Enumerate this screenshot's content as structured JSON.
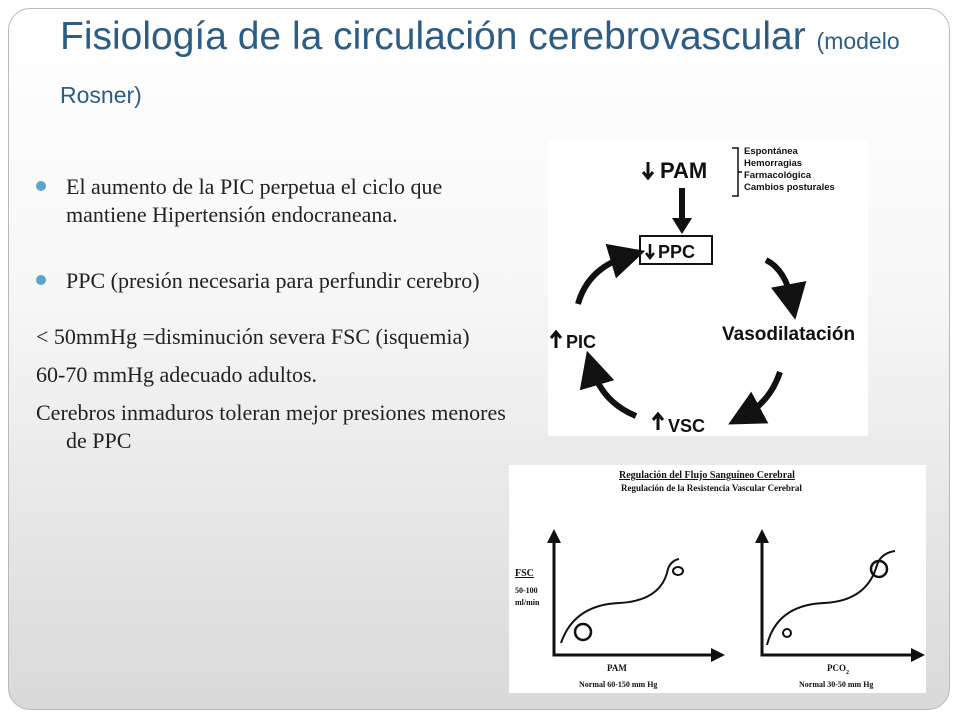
{
  "slide": {
    "title_main": "Fisiología de la circulación cerebrovascular",
    "title_sub": "(modelo Rosner)",
    "bullets": [
      "El aumento de la PIC perpetua el ciclo que mantiene Hipertensión endocraneana.",
      "PPC (presión necesaria para perfundir cerebro)"
    ],
    "plain_lines": [
      "< 50mmHg =disminución severa FSC (isquemia)",
      "60-70 mmHg adecuado adultos.",
      "Cerebros inmaduros toleran mejor presiones menores de PPC"
    ]
  },
  "cycle_diagram": {
    "pam": "PAM",
    "causes": [
      "Espontánea",
      "Hemorragias",
      "Farmacológica",
      "Cambios posturales"
    ],
    "ppc": "PPC",
    "vasodilatacion": "Vasodilatación",
    "vsc": "VSC",
    "pic": "PIC"
  },
  "regulation_figure": {
    "title": "Regulación del Flujo Sanguíneo Cerebral",
    "subtitle": "Regulación de la Resistencia Vascular Cerebral",
    "y_label": "FSC",
    "y_range": "50-100",
    "y_unit": "ml/min",
    "left_x_label": "PAM",
    "left_normal": "Normal 60-150 mm Hg",
    "right_x_label": "PCO",
    "right_x_sub": "2",
    "right_normal": "Normal 30-50 mm Hg"
  }
}
